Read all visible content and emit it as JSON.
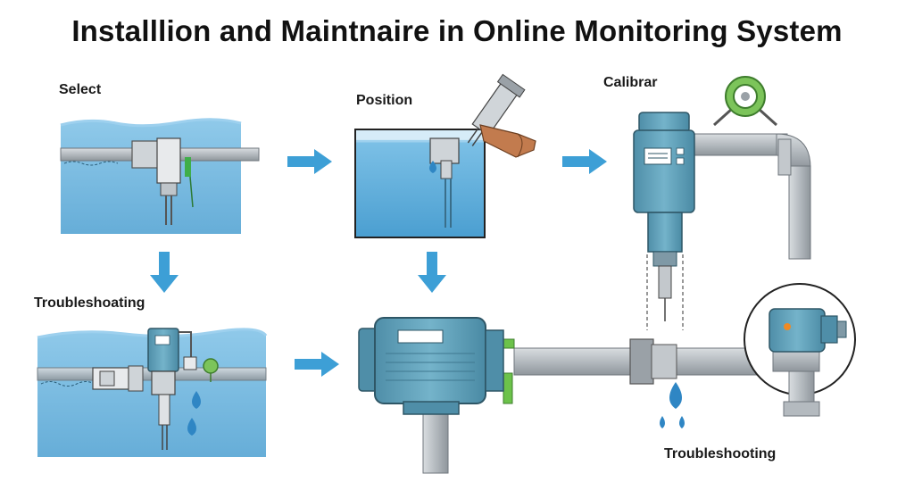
{
  "title": "Installlion and Maintnaire in Online Monitoring System",
  "steps": {
    "select": "Select",
    "position": "Position",
    "calibrar": "Calibrar",
    "troubleshooting_left": "Troubleshoating",
    "troubleshooting_right": "Troubleshooting"
  },
  "colors": {
    "water": "#5aaedc",
    "water_light": "#a9d6ef",
    "pipe": "#b9bfc4",
    "device": "#5f9db6",
    "arrow": "#3d9fd6",
    "accent_green": "#6cc24a",
    "accent_orange": "#f08a24"
  },
  "icons": [
    "right-arrow-icon",
    "down-arrow-icon",
    "water-drop-icon",
    "sensor-probe-icon",
    "gauge-icon"
  ]
}
